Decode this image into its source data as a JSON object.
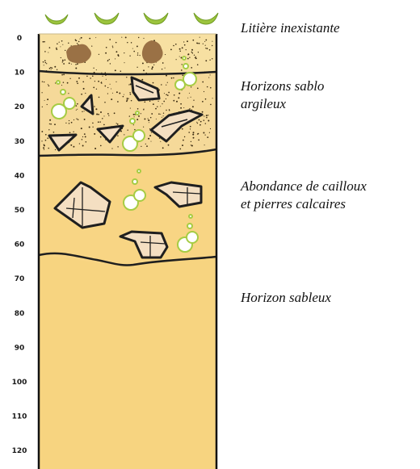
{
  "depth_scale": {
    "ticks": [
      "0",
      "10",
      "20",
      "30",
      "40",
      "50",
      "60",
      "70",
      "80",
      "90",
      "100",
      "110",
      "120"
    ]
  },
  "horizon_annotations": [
    {
      "lines": [
        "Litière inexistante"
      ]
    },
    {
      "lines": [
        "Horizons sablo",
        "argileux"
      ]
    },
    {
      "lines": [
        "Abondance de cailloux",
        "et pierres calcaires"
      ]
    },
    {
      "lines": [
        "Horizon sableux"
      ]
    }
  ],
  "colors": {
    "sand": "#f8d584",
    "sand_dark": "#f0c86e",
    "stone": "#f4dfc2",
    "outline": "#1f1f1f",
    "organic": "#9a7145",
    "bubble_fill": "#ffffff",
    "bubble_ring": "#a6cc44",
    "grass": "#9cc43e"
  }
}
